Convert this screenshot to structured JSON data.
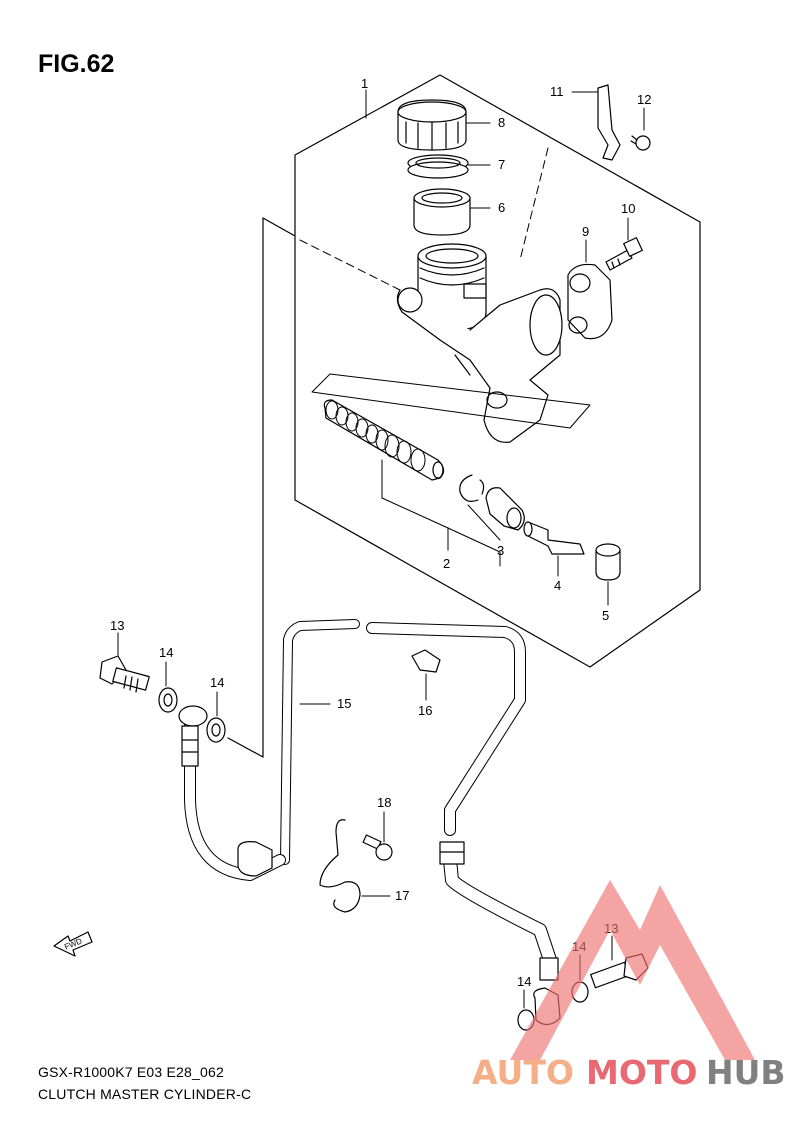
{
  "figure": {
    "title": "FIG.62",
    "model_code": "GSX-R1000K7 E03 E28_062",
    "caption": "CLUTCH MASTER CYLINDER-C"
  },
  "callouts": [
    {
      "id": "1",
      "label": "1"
    },
    {
      "id": "2",
      "label": "2"
    },
    {
      "id": "3",
      "label": "3"
    },
    {
      "id": "4",
      "label": "4"
    },
    {
      "id": "5",
      "label": "5"
    },
    {
      "id": "6",
      "label": "6"
    },
    {
      "id": "7",
      "label": "7"
    },
    {
      "id": "8",
      "label": "8"
    },
    {
      "id": "9",
      "label": "9"
    },
    {
      "id": "10",
      "label": "10"
    },
    {
      "id": "11",
      "label": "11"
    },
    {
      "id": "12",
      "label": "12"
    },
    {
      "id": "13a",
      "label": "13"
    },
    {
      "id": "14a",
      "label": "14"
    },
    {
      "id": "14b",
      "label": "14"
    },
    {
      "id": "15",
      "label": "15"
    },
    {
      "id": "16",
      "label": "16"
    },
    {
      "id": "17",
      "label": "17"
    },
    {
      "id": "18",
      "label": "18"
    },
    {
      "id": "13b",
      "label": "13"
    },
    {
      "id": "14c",
      "label": "14"
    },
    {
      "id": "14d",
      "label": "14"
    }
  ],
  "fwd_arrow": {
    "label": "FWD"
  },
  "watermark": {
    "part1": "AUTO",
    "part2": "MOTO",
    "part3": "HUB",
    "color_orange": "#f4a070",
    "color_red": "#e6505a",
    "color_gray": "#6b6b6b"
  },
  "colors": {
    "line": "#000000",
    "watermark_triangle": "#f07070"
  }
}
